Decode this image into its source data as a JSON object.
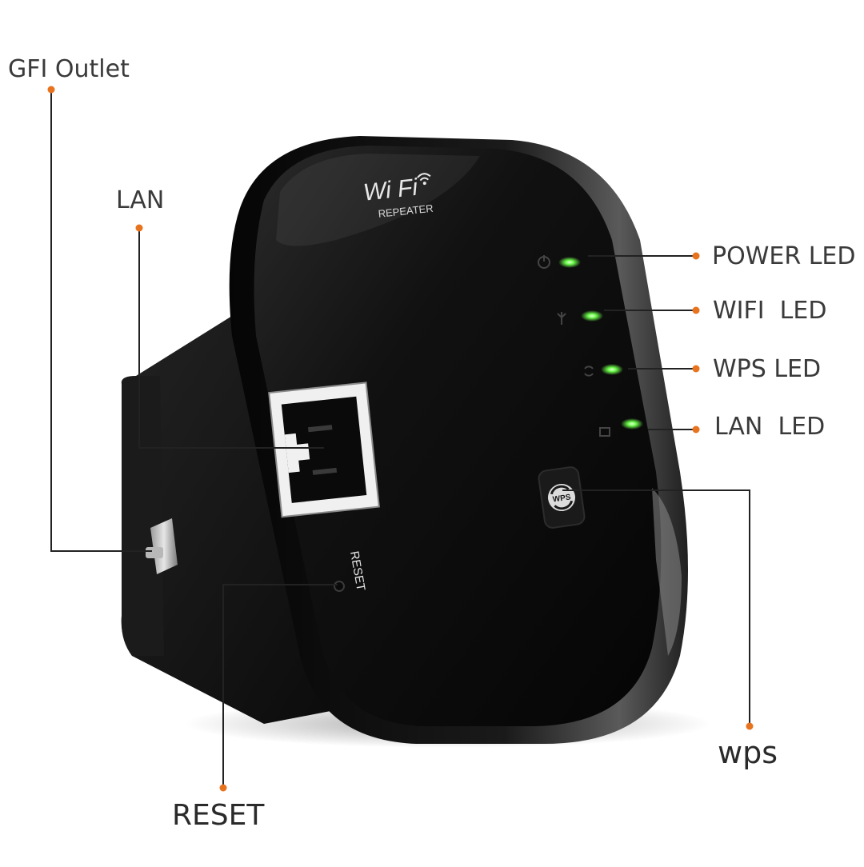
{
  "device": {
    "brand_line1": "Wi  Fi",
    "brand_line2": "REPEATER",
    "port_label": "RESET",
    "wps_button_text": "WPS"
  },
  "callouts": {
    "gfi_outlet": "GFI Outlet",
    "lan": "LAN",
    "power_led": "POWER LED",
    "wifi_led": "WIFI  LED",
    "wps_led": "WPS LED",
    "lan_led": "LAN  LED",
    "wps": "wps",
    "reset": "RESET"
  },
  "colors": {
    "accent_dot": "#e8731e",
    "led_green": "#6dff4a",
    "body": "#0d0d0d"
  },
  "icons": [
    "power-icon",
    "wifi-antenna-icon",
    "wps-cycle-icon",
    "lan-port-icon"
  ]
}
